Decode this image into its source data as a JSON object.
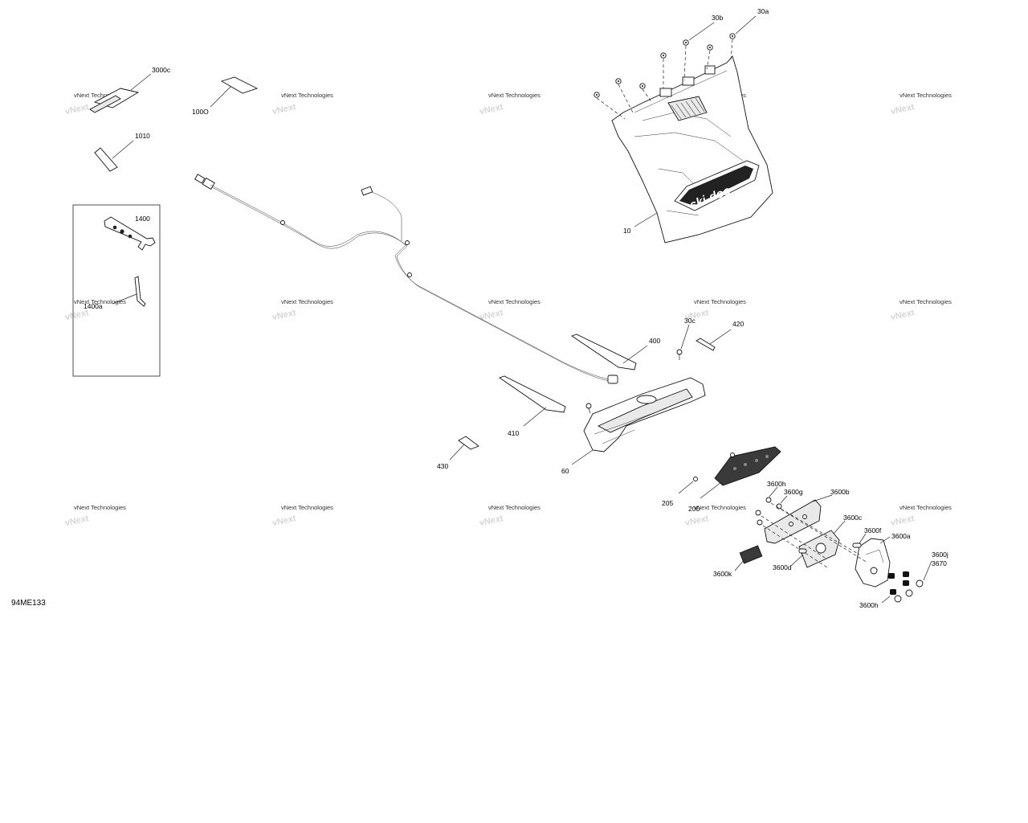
{
  "diagram_code": "94ME133",
  "watermark_text": "vNext Technologies",
  "callouts": {
    "c30a": "30a",
    "c30b": "30b",
    "c3000c": "3000c",
    "c1000": "100O",
    "c1010": "1010",
    "c1400": "1400",
    "c1400a": "1400a",
    "c10": "10",
    "c30c": "30c",
    "c420": "420",
    "c400": "400",
    "c410": "410",
    "c430": "430",
    "c60": "60",
    "c205": "205",
    "c200": "200",
    "c3600h_top": "3600h",
    "c3600g": "3600g",
    "c3600b": "3600b",
    "c3600c": "3600c",
    "c3600f": "3600f",
    "c3600a": "3600a",
    "c3600j": "3600j",
    "c3670": "3670",
    "c3600d": "3600d",
    "c3600k": "3600k",
    "c3600h_bot": "3600h"
  },
  "colors": {
    "line": "#111111",
    "fill_light": "#e9e9e9",
    "fill_dark": "#3a3a3a",
    "background": "#ffffff"
  }
}
